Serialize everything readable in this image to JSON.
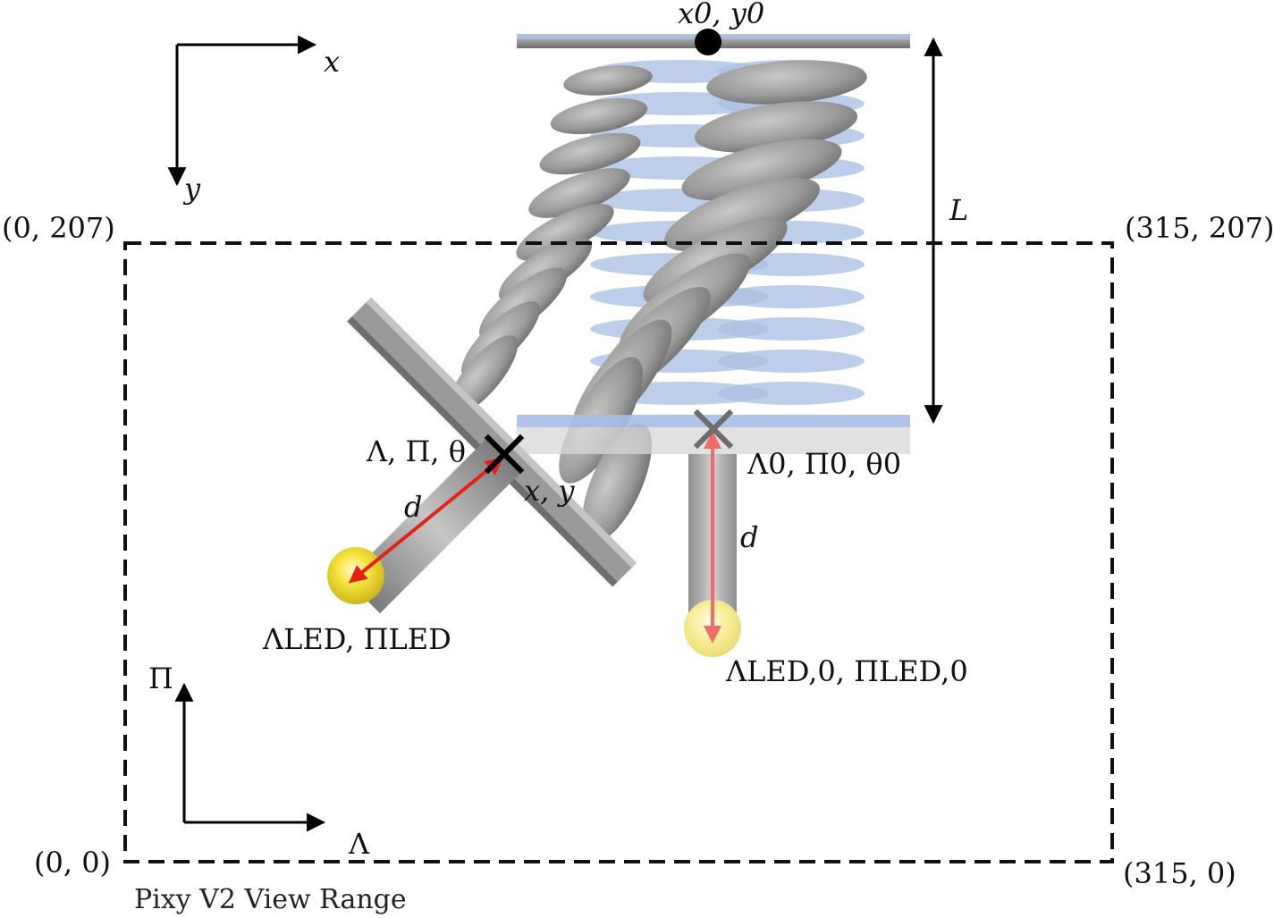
{
  "labels": {
    "origin_top": "x0, y0",
    "axis_x": "x",
    "axis_y": "y",
    "length": "L",
    "corner_top_left": "(0, 207)",
    "corner_top_right": "(315, 207)",
    "corner_bottom_left": "(0, 0)",
    "corner_bottom_right": "(315, 0)",
    "bent_tip_state": "Λ, Π, θ",
    "bent_tip_xy": "x, y",
    "rest_tip_state": "Λ0, Π0, θ0",
    "distance_bent": "d",
    "distance_rest": "d",
    "led_bent": "ΛLED, ΠLED",
    "led_rest": "ΛLED,0, ΠLED,0",
    "axis_pi": "Π",
    "axis_lambda": "Λ",
    "view_range": "Pixy V2 View Range"
  },
  "colors": {
    "actuator_gray": "#8e8e8e",
    "rest_blue": "#9fb6e0",
    "led_yellow": "#f4e43a",
    "arrow_red": "#e8201a",
    "frame_dashed": "#111111"
  },
  "icons": {
    "origin_marker": "filled-circle",
    "tip_marker": "x-cross",
    "led": "glowing-sphere"
  }
}
